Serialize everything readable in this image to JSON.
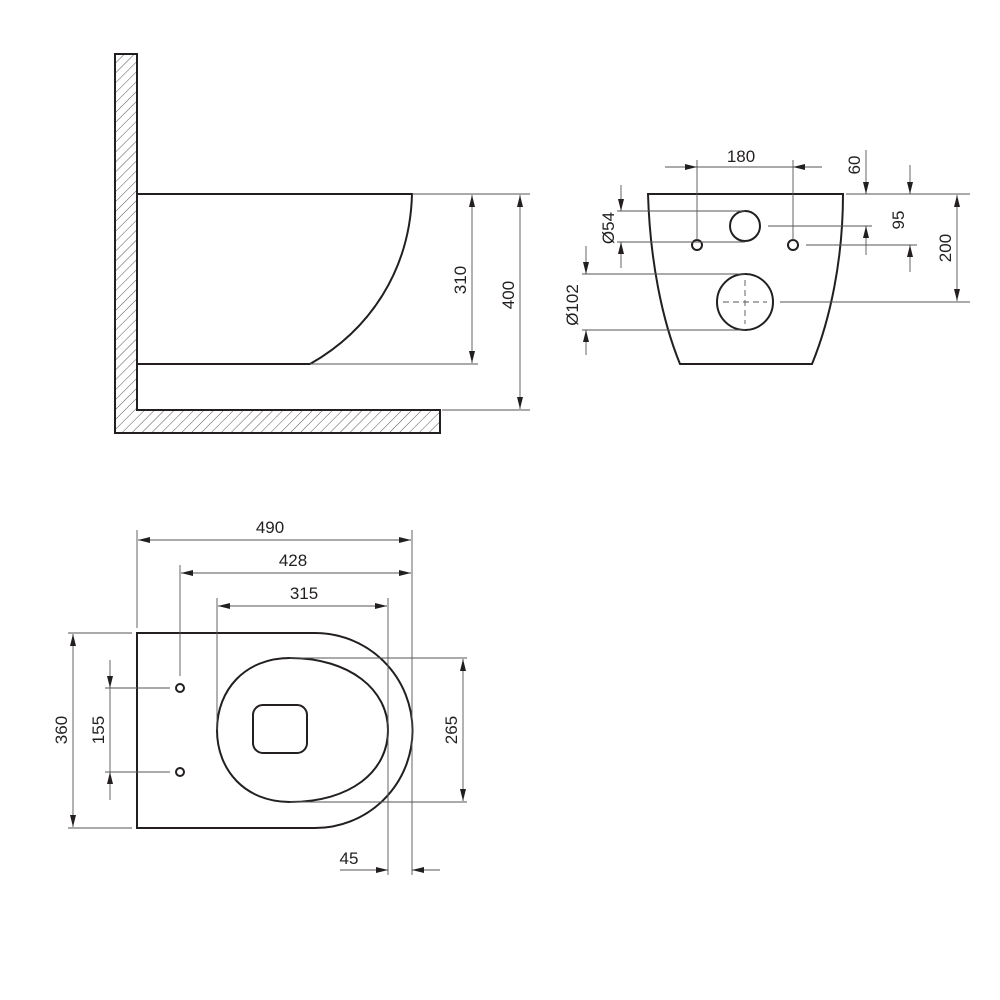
{
  "side_view": {
    "dim_bowl_height": "310",
    "dim_total_height": "400"
  },
  "front_view": {
    "dim_bolt_spacing": "180",
    "dim_inlet_diameter": "Ø54",
    "dim_outlet_diameter": "Ø102",
    "dim_inlet_offset": "60",
    "dim_bolt_offset": "95",
    "dim_outlet_offset": "200"
  },
  "top_view": {
    "dim_length": "490",
    "dim_bolt_to_front": "428",
    "dim_seat_length": "315",
    "dim_width": "360",
    "dim_bolt_spacing": "155",
    "dim_seat_width": "265",
    "dim_front_overhang": "45"
  },
  "colors": {
    "line": "#231f20",
    "dimension": "#555555"
  }
}
